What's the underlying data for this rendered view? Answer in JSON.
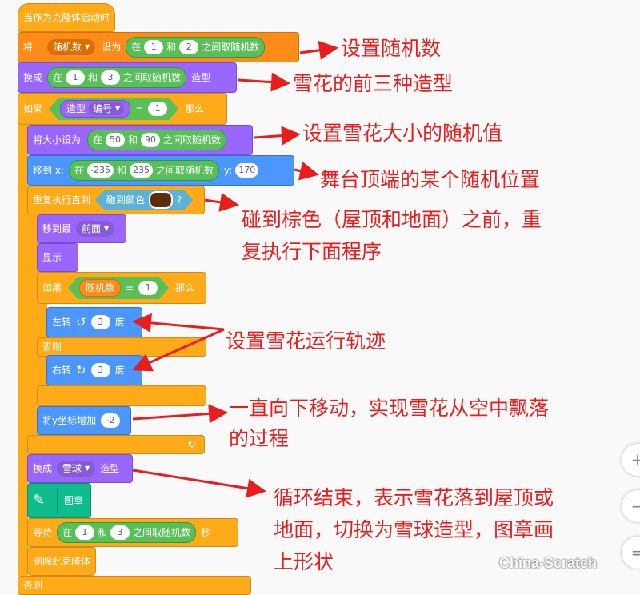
{
  "script": {
    "hat_label": "当作为克隆体启动时",
    "set_var": {
      "label_set": "将",
      "var_name": "随机数",
      "label_to": "设为",
      "op_pick": "在",
      "op_from": "1",
      "op_and": "和",
      "op_to": "2",
      "op_suffix": "之间取随机数"
    },
    "switch_costume_random": {
      "label": "换成",
      "op_pick": "在",
      "from": "1",
      "and": "和",
      "to": "3",
      "suffix": "之间取随机数",
      "tail": "造型"
    },
    "if_costume": {
      "label_if": "如果",
      "reporter": "造型",
      "menu": "编号",
      "eq": "=",
      "value": "1",
      "label_then": "那么"
    },
    "set_size": {
      "label": "将大小设为",
      "op_pick": "在",
      "from": "50",
      "and": "和",
      "to": "90",
      "suffix": "之间取随机数"
    },
    "go_to_xy": {
      "label": "移到 x:",
      "op_pick": "在",
      "from": "-235",
      "and": "和",
      "to": "235",
      "suffix": "之间取随机数",
      "y_label": "y:",
      "y_value": "170"
    },
    "repeat_until": {
      "label": "重复执行直到",
      "sensing": "碰到颜色",
      "q": "?"
    },
    "go_front": {
      "label": "移到最",
      "menu": "前面"
    },
    "show": "显示",
    "if_var": {
      "label_if": "如果",
      "var_name": "随机数",
      "eq": "=",
      "value": "1",
      "label_then": "那么"
    },
    "turn_left": {
      "label": "左转",
      "value": "3",
      "unit": "度"
    },
    "else_label": "否则",
    "turn_right": {
      "label": "右转",
      "value": "3",
      "unit": "度"
    },
    "change_y": {
      "label": "将y坐标增加",
      "value": "-2"
    },
    "switch_snowball": {
      "label": "换成",
      "menu": "雪球",
      "tail": "造型"
    },
    "stamp": "图章",
    "wait": {
      "label": "等待",
      "op_pick": "在",
      "from": "1",
      "and": "和",
      "to": "3",
      "suffix": "之间取随机数",
      "tail": "秒"
    },
    "delete_clone": "删除此克隆体",
    "bottom_else": "否则"
  },
  "annotations": [
    "设置随机数",
    "雪花的前三种造型",
    "设置雪花大小的随机值",
    "舞台顶端的某个随机位置",
    "碰到棕色（屋顶和地面）之前，重",
    "复执行下面程序",
    "设置雪花运行轨迹",
    "一直向下移动，实现雪花从空中飘落",
    "的过程",
    "循环结束，表示雪花落到屋顶或",
    "地面，切换为雪球造型，图章画",
    "上形状"
  ],
  "zoom": {
    "in": "+",
    "out": "−",
    "reset": "="
  },
  "watermark": "China-Scratch",
  "colors": {
    "control": "#ffab19",
    "variables": "#ff8c1a",
    "looks": "#9966ff",
    "motion": "#4c97ff",
    "sensing": "#5cb1d6",
    "operators": "#59c059",
    "pen": "#0fbd8c",
    "annotation": "#e81e1e",
    "brown_swatch": "#5a2d0c"
  }
}
